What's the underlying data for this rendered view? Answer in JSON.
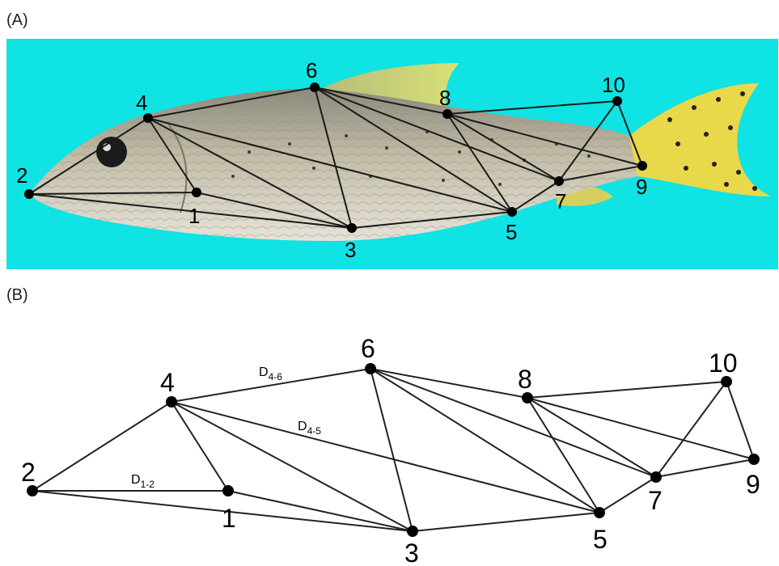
{
  "panels": {
    "a_label": "(A)",
    "b_label": "(B)"
  },
  "colors": {
    "background": "#0fe3e3",
    "line": "#222222",
    "landmark": "#000000",
    "fish_body": "#b4ad98",
    "fin": "#e4cf57"
  },
  "landmarks": [
    {
      "id": "1",
      "label": "1"
    },
    {
      "id": "2",
      "label": "2"
    },
    {
      "id": "3",
      "label": "3"
    },
    {
      "id": "4",
      "label": "4"
    },
    {
      "id": "5",
      "label": "5"
    },
    {
      "id": "6",
      "label": "6"
    },
    {
      "id": "7",
      "label": "7"
    },
    {
      "id": "8",
      "label": "8"
    },
    {
      "id": "9",
      "label": "9"
    },
    {
      "id": "10",
      "label": "10"
    }
  ],
  "edges": [
    [
      "1",
      "2"
    ],
    [
      "2",
      "3"
    ],
    [
      "1",
      "3"
    ],
    [
      "1",
      "4"
    ],
    [
      "2",
      "4"
    ],
    [
      "3",
      "4"
    ],
    [
      "4",
      "5"
    ],
    [
      "4",
      "6"
    ],
    [
      "3",
      "5"
    ],
    [
      "3",
      "6"
    ],
    [
      "5",
      "6"
    ],
    [
      "6",
      "7"
    ],
    [
      "6",
      "8"
    ],
    [
      "5",
      "7"
    ],
    [
      "5",
      "8"
    ],
    [
      "7",
      "8"
    ],
    [
      "8",
      "9"
    ],
    [
      "8",
      "10"
    ],
    [
      "7",
      "9"
    ],
    [
      "7",
      "10"
    ],
    [
      "9",
      "10"
    ]
  ],
  "distance_labels": [
    {
      "id": "d12",
      "base": "D",
      "sub": "1-2"
    },
    {
      "id": "d46",
      "base": "D",
      "sub": "4-6"
    },
    {
      "id": "d45",
      "base": "D",
      "sub": "4-5"
    }
  ]
}
